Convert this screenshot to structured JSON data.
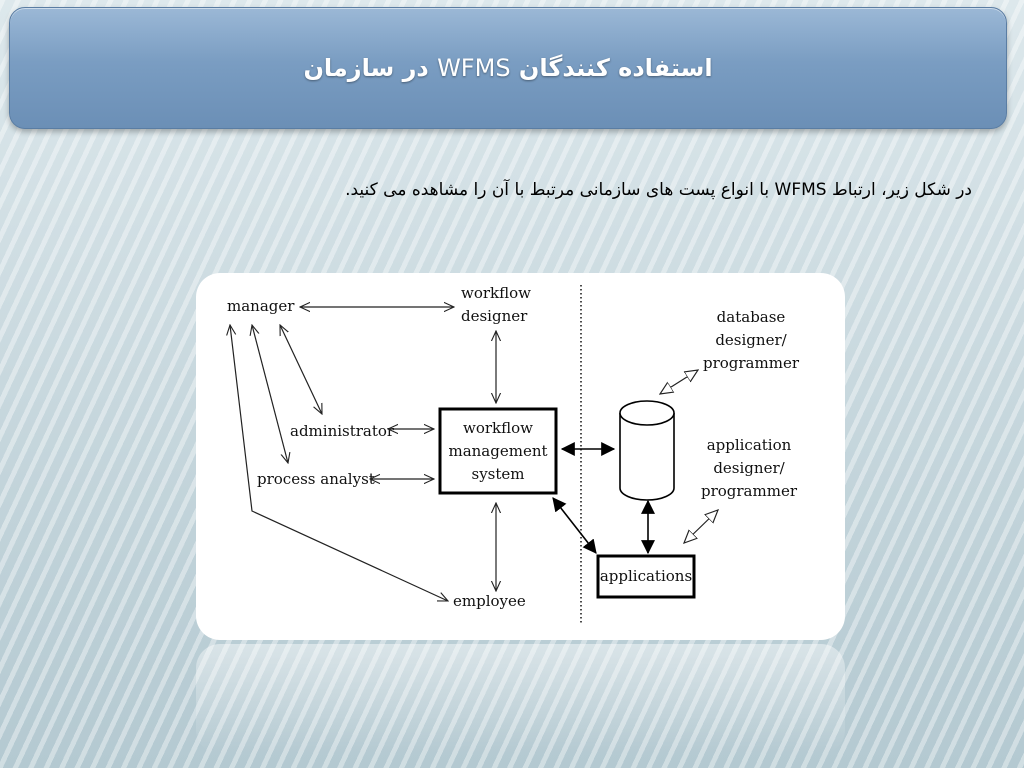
{
  "title": {
    "before": "استفاده کنندگان",
    "term": "WFMS",
    "after": "در سازمان"
  },
  "intro": "در شکل زیر، ارتباط WFMS با انواع پست های سازمانی مرتبط با آن را مشاهده می کنید.",
  "diagram": {
    "manager": "manager",
    "workflow_designer": [
      "workflow",
      "designer"
    ],
    "administrator": "administrator",
    "process_analyst": "process analyst",
    "wfms": [
      "workflow",
      "management",
      "system"
    ],
    "employee": "employee",
    "database_designer": [
      "database",
      "designer/",
      "programmer"
    ],
    "application_designer": [
      "application",
      "designer/",
      "programmer"
    ],
    "applications": "applications"
  }
}
